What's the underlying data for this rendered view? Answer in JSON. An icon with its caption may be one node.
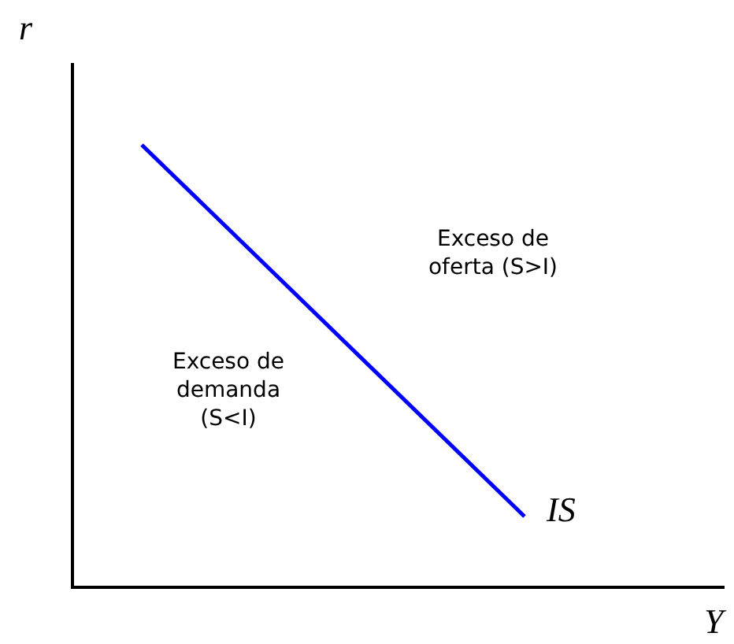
{
  "diagram": {
    "labels": [
      "r",
      "Exceso de oferta (S>I)",
      "Exceso de demanda (S<I)",
      "IS",
      "Y"
    ]
  }
}
